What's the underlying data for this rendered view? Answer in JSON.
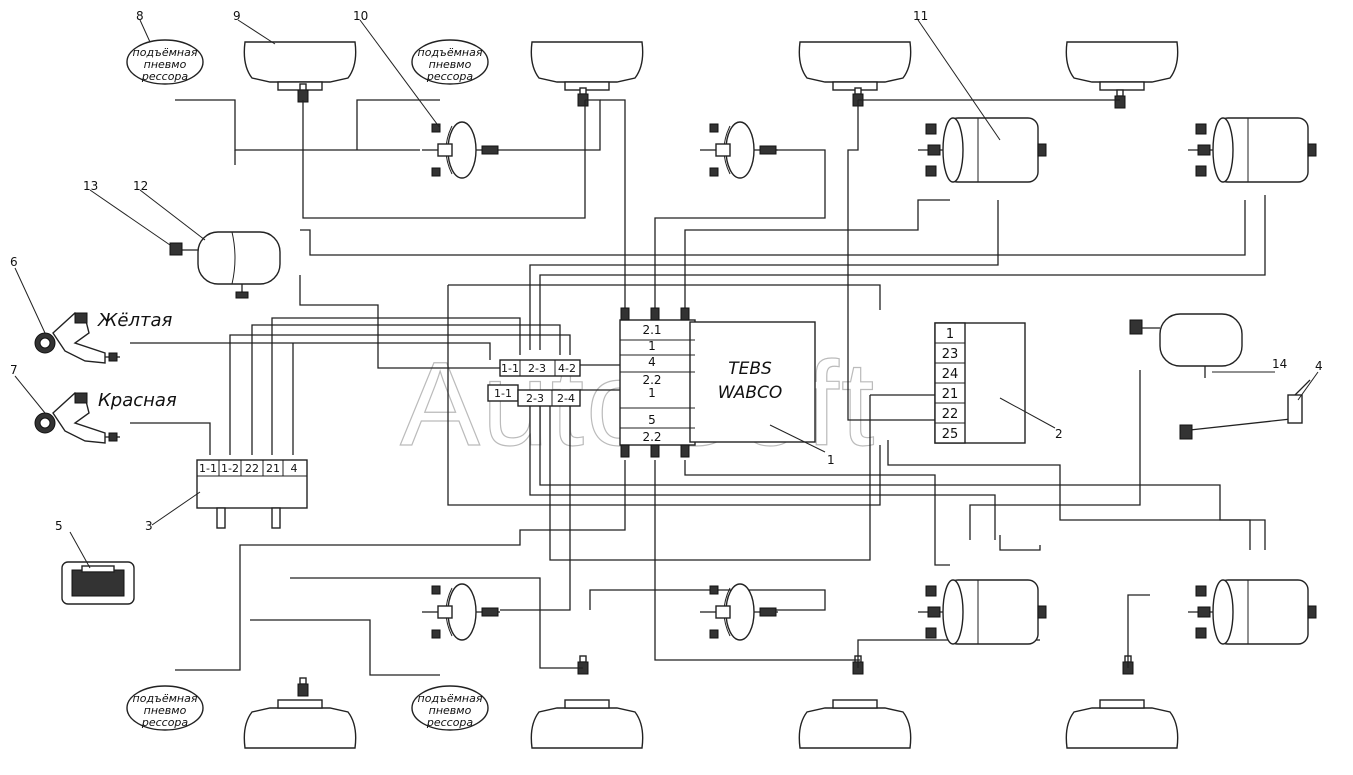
{
  "watermark": "AutoSoft",
  "callouts": [
    "1",
    "2",
    "3",
    "4",
    "5",
    "6",
    "7",
    "8",
    "9",
    "10",
    "11",
    "12",
    "13",
    "14"
  ],
  "couplings": {
    "yellow": "Жёлтая",
    "red": "Красная"
  },
  "air_spring_label": [
    "подъёмная",
    "пневмо",
    "рессора"
  ],
  "tebs": {
    "line1": "TEBS",
    "line2": "WABCO",
    "ports_top": [
      "2.1",
      "1",
      "4",
      "2.2",
      "1"
    ],
    "ports_bottom": [
      "5",
      "2.2"
    ]
  },
  "valve_block": {
    "ports_top": [
      "1-1",
      "2-3",
      "4-2"
    ],
    "ports_bottom": [
      "1-1",
      "2-3",
      "2-4"
    ],
    "left": "1-1"
  },
  "module2_ports": [
    "1",
    "23",
    "24",
    "21",
    "22",
    "25"
  ],
  "module3_ports": [
    "1-1",
    "1-2",
    "22",
    "21",
    "4"
  ]
}
